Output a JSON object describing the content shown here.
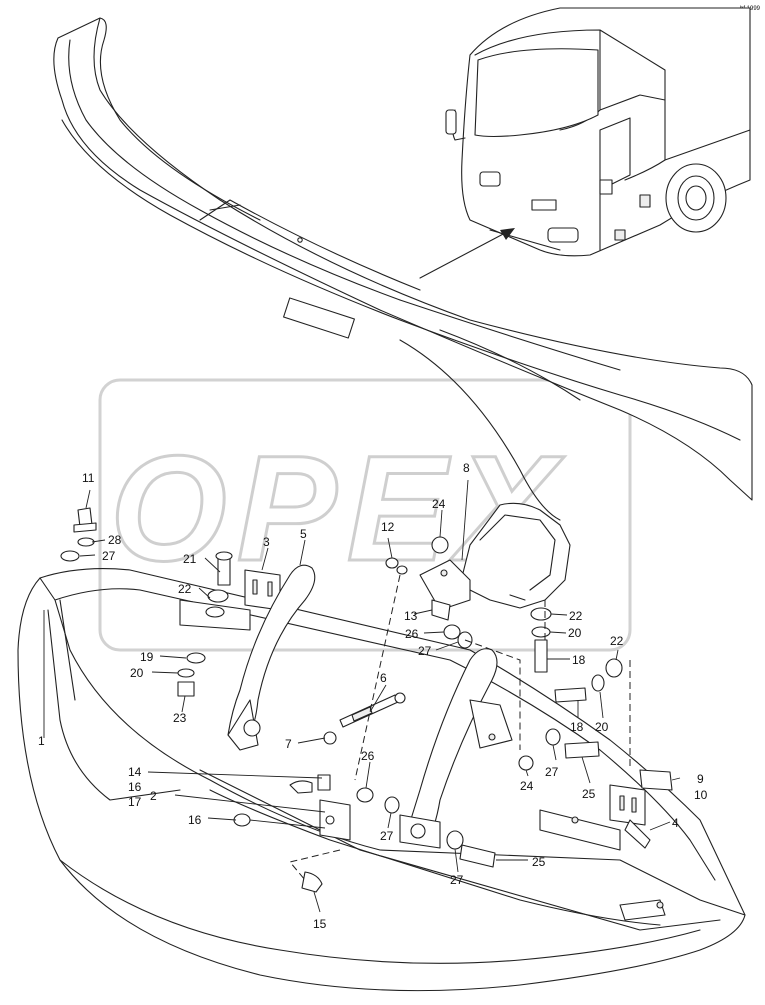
{
  "corner_code": "bf 1999",
  "watermark": {
    "text": "OPEX"
  },
  "callouts": [
    {
      "id": "c1",
      "label": "1"
    },
    {
      "id": "c2",
      "label": "2"
    },
    {
      "id": "c3",
      "label": "3"
    },
    {
      "id": "c4",
      "label": "4"
    },
    {
      "id": "c5",
      "label": "5"
    },
    {
      "id": "c6",
      "label": "6"
    },
    {
      "id": "c7",
      "label": "7"
    },
    {
      "id": "c8",
      "label": "8"
    },
    {
      "id": "c9",
      "label": "9"
    },
    {
      "id": "c10",
      "label": "10"
    },
    {
      "id": "c11",
      "label": "11"
    },
    {
      "id": "c12",
      "label": "12"
    },
    {
      "id": "c13",
      "label": "13"
    },
    {
      "id": "c14",
      "label": "14"
    },
    {
      "id": "c15",
      "label": "15"
    },
    {
      "id": "c16a",
      "label": "16"
    },
    {
      "id": "c16b",
      "label": "16"
    },
    {
      "id": "c17",
      "label": "17"
    },
    {
      "id": "c18a",
      "label": "18"
    },
    {
      "id": "c18b",
      "label": "18"
    },
    {
      "id": "c19",
      "label": "19"
    },
    {
      "id": "c20a",
      "label": "20"
    },
    {
      "id": "c20b",
      "label": "20"
    },
    {
      "id": "c20c",
      "label": "20"
    },
    {
      "id": "c21",
      "label": "21"
    },
    {
      "id": "c22a",
      "label": "22"
    },
    {
      "id": "c22b",
      "label": "22"
    },
    {
      "id": "c22c",
      "label": "22"
    },
    {
      "id": "c23",
      "label": "23"
    },
    {
      "id": "c24a",
      "label": "24"
    },
    {
      "id": "c24b",
      "label": "24"
    },
    {
      "id": "c25a",
      "label": "25"
    },
    {
      "id": "c25b",
      "label": "25"
    },
    {
      "id": "c26a",
      "label": "26"
    },
    {
      "id": "c26b",
      "label": "26"
    },
    {
      "id": "c27a",
      "label": "27"
    },
    {
      "id": "c27b",
      "label": "27"
    },
    {
      "id": "c27c",
      "label": "27"
    },
    {
      "id": "c27d",
      "label": "27"
    },
    {
      "id": "c27e",
      "label": "27"
    },
    {
      "id": "c28",
      "label": "28"
    }
  ]
}
